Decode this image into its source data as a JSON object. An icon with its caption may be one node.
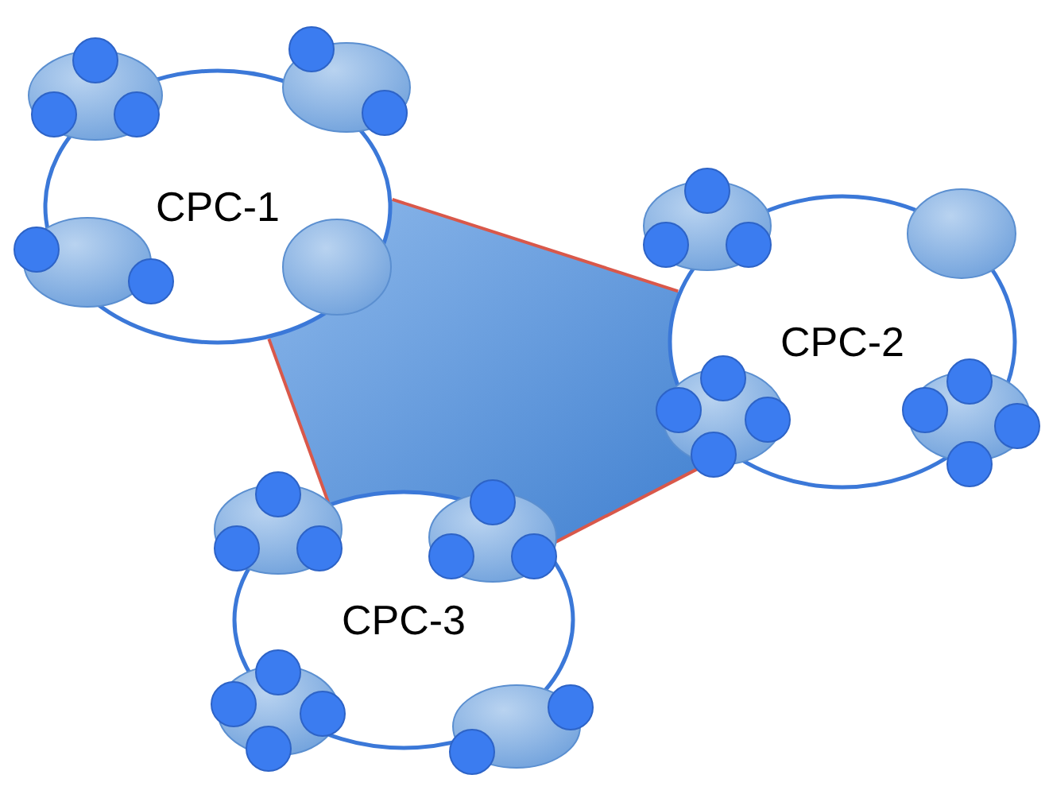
{
  "diagram": {
    "nodes": [
      {
        "text": [
          "CPC-1"
        ]
      },
      {
        "text": [
          "CPC-2"
        ]
      },
      {
        "text": [
          "CPC-3"
        ]
      }
    ],
    "edges": [
      {
        "from": 0,
        "to": 1,
        "arrow": "none"
      },
      {
        "from": 1,
        "to": 2,
        "arrow": "none"
      },
      {
        "from": 2,
        "to": 0,
        "arrow": "none"
      }
    ]
  }
}
